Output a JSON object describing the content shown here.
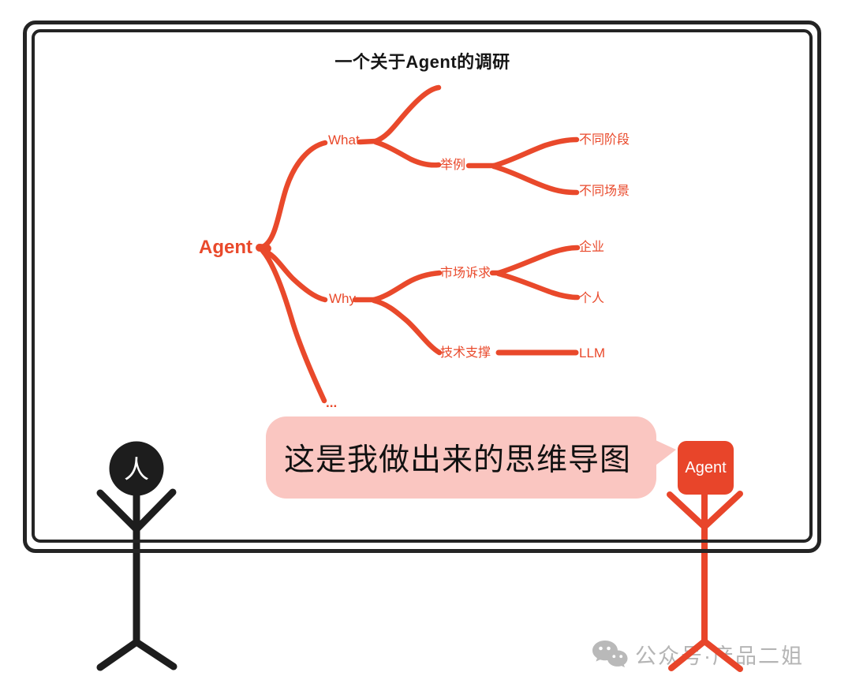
{
  "board": {
    "title": "一个关于Agent的调研"
  },
  "mindmap": {
    "accent_color": "#E9492B",
    "root": {
      "label": "Agent",
      "children": [
        {
          "label": "What",
          "children": [
            {
              "label": ""
            },
            {
              "label": "举例",
              "children": [
                {
                  "label": "不同阶段"
                },
                {
                  "label": "不同场景"
                }
              ]
            }
          ]
        },
        {
          "label": "Why",
          "children": [
            {
              "label": "市场诉求",
              "children": [
                {
                  "label": "企业"
                },
                {
                  "label": "个人"
                }
              ]
            },
            {
              "label": "技术支撑",
              "children": [
                {
                  "label": "LLM"
                }
              ]
            }
          ]
        },
        {
          "label": "..."
        }
      ]
    }
  },
  "speech_bubble": {
    "text": "这是我做出来的思维导图",
    "bg_color": "#FAC6C1"
  },
  "figures": {
    "person": {
      "head_label": "人",
      "color": "#1d1d1d"
    },
    "agent": {
      "head_label": "Agent",
      "color": "#E8452A"
    }
  },
  "watermark": {
    "icon": "wechat-icon",
    "text": "公众号·产品二姐",
    "color": "#b5b5b5"
  }
}
